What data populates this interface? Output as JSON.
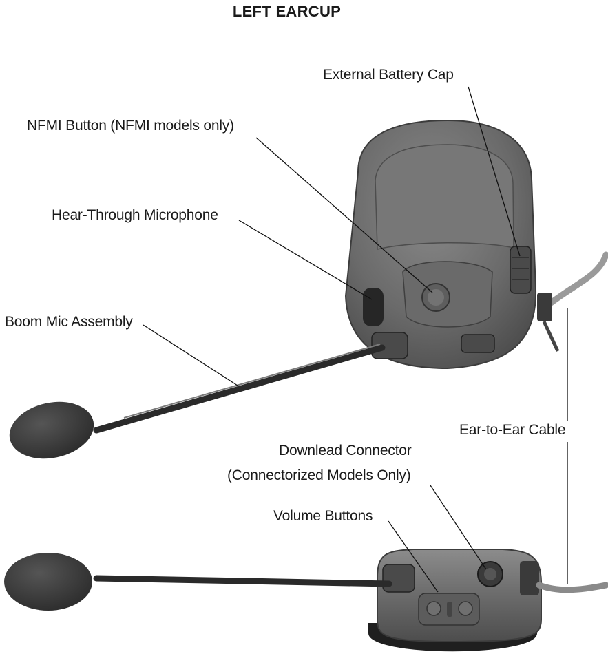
{
  "title": "LEFT EARCUP",
  "labels": {
    "external_battery_cap": "External Battery Cap",
    "nfmi_button": "NFMI Button (NFMI models only)",
    "hear_through_microphone": "Hear-Through Microphone",
    "boom_mic_assembly": "Boom Mic Assembly",
    "ear_to_ear_cable": "Ear-to-Ear Cable",
    "downlead_connector_line1": "Downlead Connector",
    "downlead_connector_line2": "(Connectorized Models Only)",
    "volume_buttons": "Volume Buttons"
  },
  "colors": {
    "earcup_body": "#6e6e6e",
    "earcup_shell": "#5a5a5a",
    "foam": "#3c3c3c",
    "boom": "#2b2b2b",
    "cushion": "#1f1f1f"
  }
}
